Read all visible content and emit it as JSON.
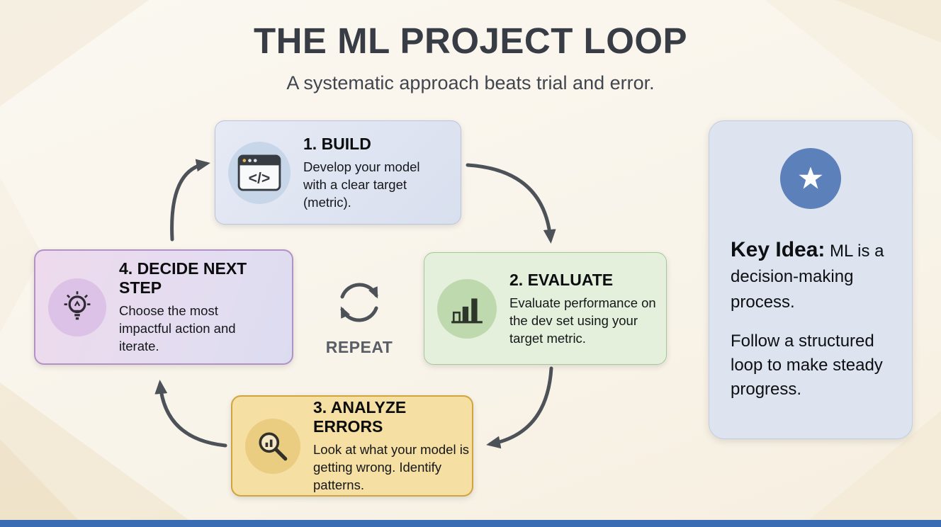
{
  "title": "THE ML PROJECT LOOP",
  "subtitle": "A systematic approach beats trial and error.",
  "steps": [
    {
      "heading": "1. BUILD",
      "body": "Develop your model with a clear target (metric).",
      "icon": "code-window-icon"
    },
    {
      "heading": "2. EVALUATE",
      "body": "Evaluate performance on the dev set using your target metric.",
      "icon": "bar-chart-icon"
    },
    {
      "heading": "3. ANALYZE ERRORS",
      "body": "Look at what your model is getting wrong. Identify patterns.",
      "icon": "magnifier-icon"
    },
    {
      "heading": "4. DECIDE NEXT STEP",
      "body": "Choose the most impactful action and iterate.",
      "icon": "lightbulb-icon"
    }
  ],
  "center": {
    "label": "REPEAT",
    "icon": "repeat-cycle-icon"
  },
  "key_panel": {
    "icon": "star-icon",
    "lead_bold": "Key Idea:",
    "lead_rest": " ML is a decision-making process.",
    "body": "Follow a structured loop to make steady progress."
  },
  "colors": {
    "background": "#faf6ee",
    "title_text": "#373c45",
    "arrow": "#4d5258",
    "build_bg": "#dde3f1",
    "build_icon_bg": "#c8d6ea",
    "evaluate_bg": "#e4f0db",
    "evaluate_border": "#a6c896",
    "analyze_bg": "#f6dfa2",
    "analyze_border": "#d0a43e",
    "decide_bg": "#e7daee",
    "decide_border": "#b191c6",
    "panel_bg": "#dde4f0",
    "panel_accent": "#5c80ba",
    "bottom_bar": "#3a6cb4"
  }
}
